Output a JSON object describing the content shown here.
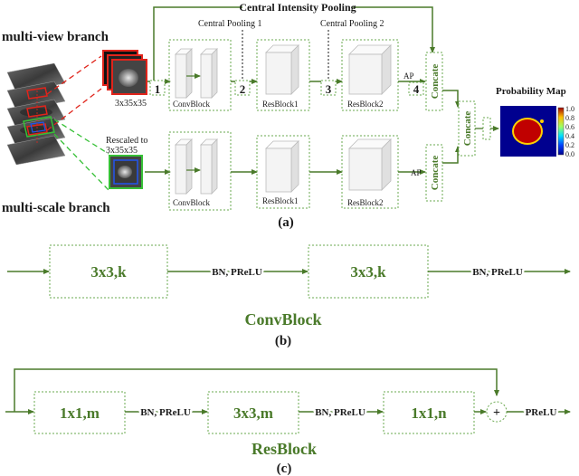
{
  "panel_a": {
    "label_multiview": "multi-view branch",
    "label_multiscale": "multi-scale branch",
    "patch_size": "3x35x35",
    "rescaled_line1": "Rescaled to",
    "rescaled_line2": "3x35x35",
    "central_intensity_pooling": "Central Intensity Pooling",
    "central_pooling_1": "Central Pooling 1",
    "central_pooling_2": "Central Pooling 2",
    "step_1": "1",
    "step_2": "2",
    "step_3": "3",
    "step_4": "4",
    "convblock": "ConvBlock",
    "resblock1": "ResBlock1",
    "resblock2": "ResBlock2",
    "ap": "AP",
    "concate": "Concate",
    "probability_map": "Probability Map",
    "colorbar_ticks": [
      "1.0",
      "0.8",
      "0.6",
      "0.4",
      "0.2",
      "0.0"
    ],
    "caption": "(a)"
  },
  "panel_b": {
    "block1": "3x3,k",
    "block2": "3x3,k",
    "bn_prelu_1": "BN, PReLU",
    "bn_prelu_2": "BN, PReLU",
    "title": "ConvBlock",
    "caption": "(b)"
  },
  "panel_c": {
    "block1": "1x1,m",
    "block2": "3x3,m",
    "block3": "1x1,n",
    "bn_prelu_1": "BN, PReLU",
    "bn_prelu_2": "BN, PReLU",
    "plus": "+",
    "prelu": "PReLU",
    "title": "ResBlock",
    "caption": "(c)"
  },
  "colors": {
    "accent": "#4a7a2a",
    "dotted": "#6aa84f",
    "red": "#e0241b",
    "dash_green": "#36c036",
    "cube_face": "#f4f4f4"
  }
}
